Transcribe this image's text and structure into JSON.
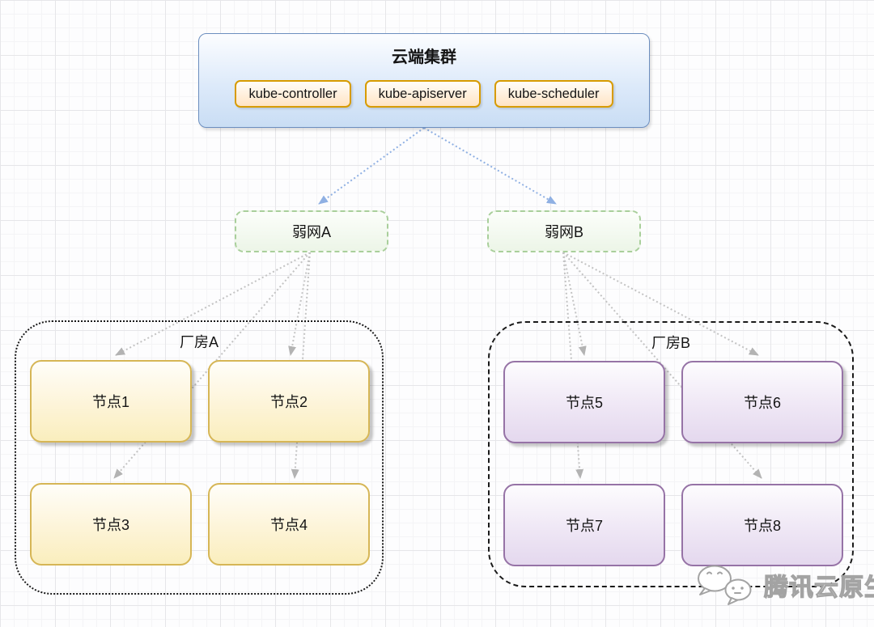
{
  "cluster": {
    "title": "云端集群",
    "components": [
      {
        "label": "kube-controller"
      },
      {
        "label": "kube-apiserver"
      },
      {
        "label": "kube-scheduler"
      }
    ]
  },
  "networks": [
    {
      "label": "弱网A"
    },
    {
      "label": "弱网B"
    }
  ],
  "factories": [
    {
      "label": "厂房A",
      "nodes": [
        {
          "label": "节点1"
        },
        {
          "label": "节点2"
        },
        {
          "label": "节点3"
        },
        {
          "label": "节点4"
        }
      ]
    },
    {
      "label": "厂房B",
      "nodes": [
        {
          "label": "节点5"
        },
        {
          "label": "节点6"
        },
        {
          "label": "节点7"
        },
        {
          "label": "节点8"
        }
      ]
    }
  ],
  "watermark": {
    "icon": "wechat-icon",
    "text": "腾讯云原生"
  },
  "colors": {
    "cluster_border": "#6c8ebf",
    "cluster_fill": "#dae8fc",
    "component_border": "#d79b00",
    "component_fill": "#ffe6cc",
    "network_border": "#a9cf9b",
    "network_fill": "#ecf5e7",
    "node_yellow_border": "#d6b656",
    "node_yellow_fill": "#faeebd",
    "node_purple_border": "#9673a6",
    "node_purple_fill": "#e4d8ee",
    "factory_border": "#1a1a1a",
    "arrow_blue": "#8fb0e3",
    "arrow_gray": "#b3b3b3"
  }
}
